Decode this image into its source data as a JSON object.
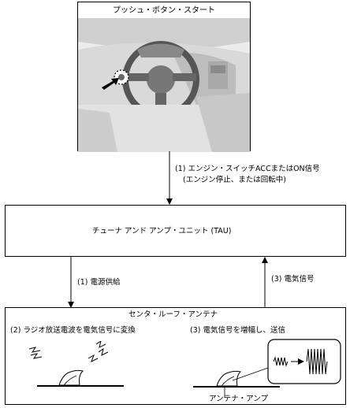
{
  "top_box": {
    "title": "プッシュ・ボタン・スタート"
  },
  "signal1": {
    "line1": "(1) エンジン・スイッチACCまたはON信号",
    "line2": "(エンジン停止、または回転中)"
  },
  "tuner_box": {
    "label": "チューナ アンド アンプ・ユニット (TAU)"
  },
  "power": {
    "label": "(1) 電源供給"
  },
  "signal3": {
    "label": "(3) 電気信号"
  },
  "antenna_box": {
    "title": "センタ・ルーフ・アンテナ",
    "step2": "(2) ラジオ放送電波を電気信号に変換",
    "step3": "(3) 電気信号を増幅し、送信",
    "amp_label": "アンテナ・アンプ"
  }
}
